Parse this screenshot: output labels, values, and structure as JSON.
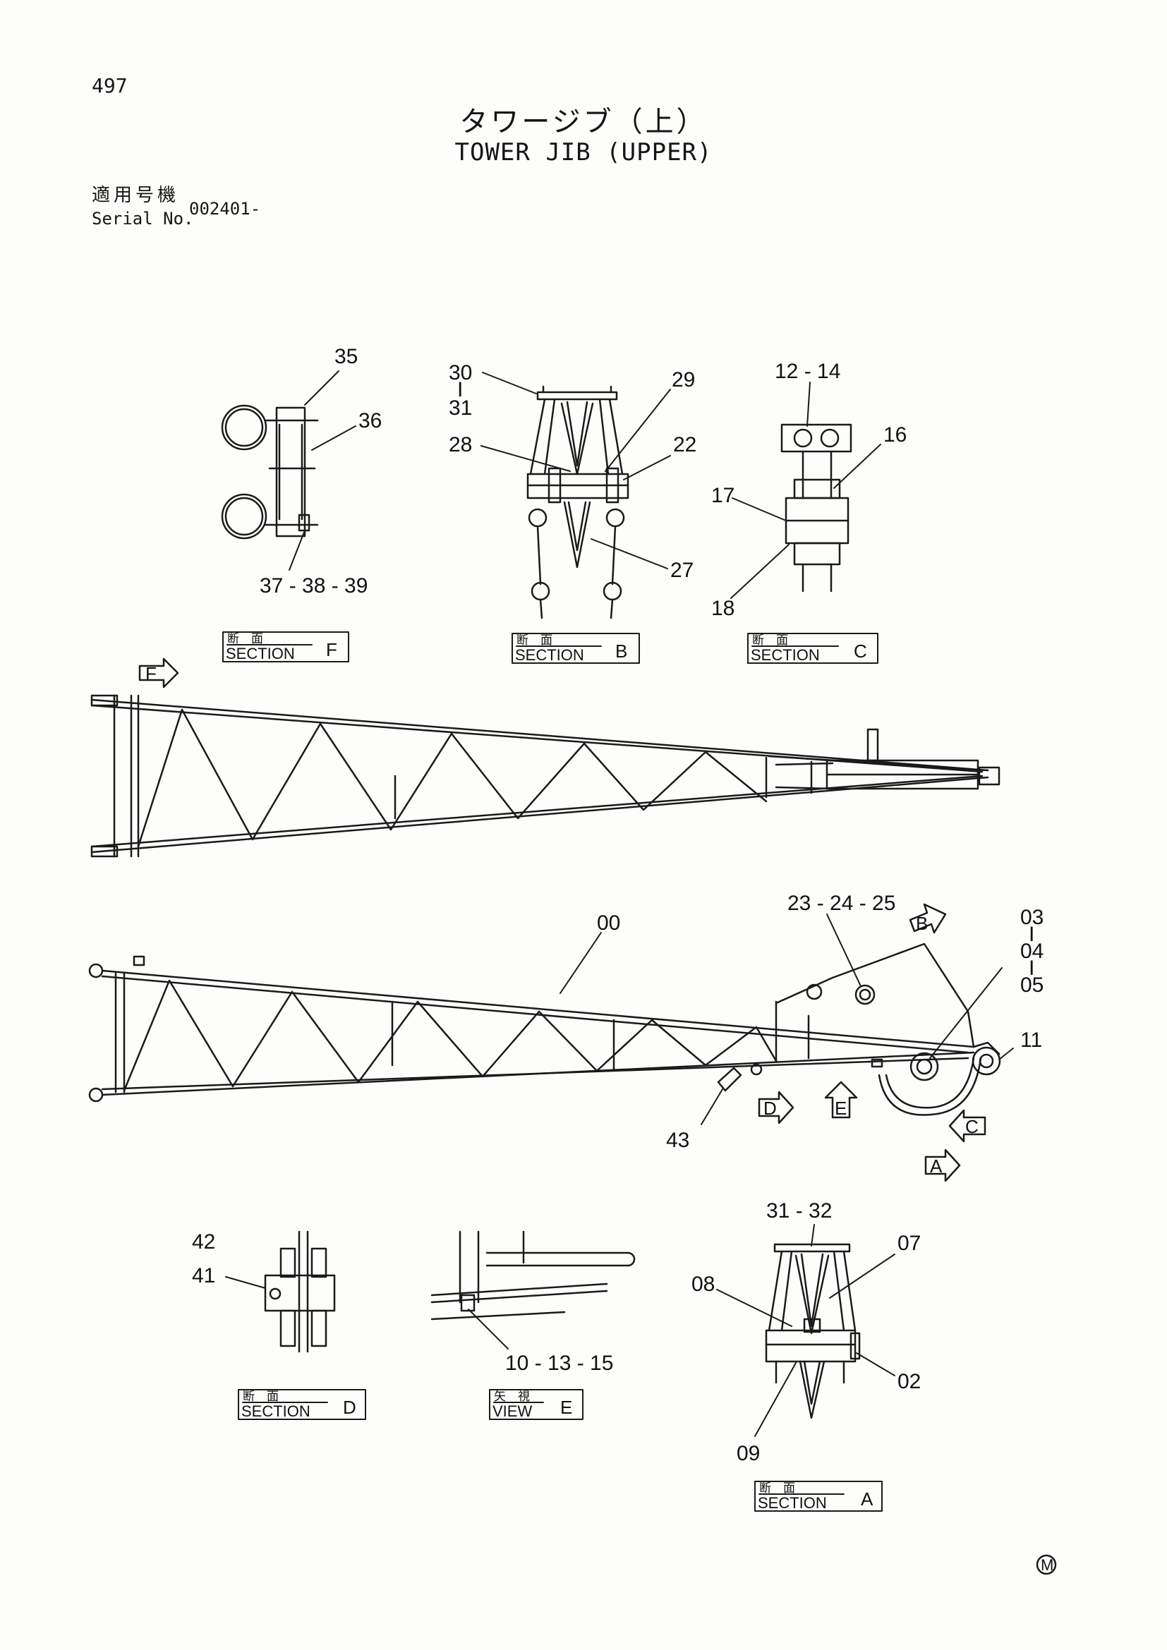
{
  "header": {
    "page_number": "497",
    "title_jp": "タワージブ（上）",
    "title_en": "TOWER JIB (UPPER)",
    "serial_label_jp": "適用号機",
    "serial_label_en": "Serial No.",
    "serial_value": "002401-"
  },
  "captions": {
    "section_jp": "断　面",
    "section_en": "SECTION",
    "view_jp": "矢　視",
    "view_en": "VIEW",
    "f": "F",
    "b": "B",
    "c": "C",
    "d": "D",
    "e": "E",
    "a": "A"
  },
  "parts": {
    "p35": "35",
    "p36": "36",
    "p37_39": "37 - 38 - 39",
    "p30": "30",
    "p30_sep": "I",
    "p31": "31",
    "p29": "29",
    "p28": "28",
    "p22": "22",
    "p27": "27",
    "p12_14": "12 - 14",
    "p16": "16",
    "p17": "17",
    "p18": "18",
    "p00": "00",
    "p23_25": "23 - 24 - 25",
    "p03": "03",
    "p03_sep": "I",
    "p04": "04",
    "p04_sep": "I",
    "p05": "05",
    "p11": "11",
    "p43": "43",
    "p42": "42",
    "p41": "41",
    "p10_15": "10 - 13 - 15",
    "p31_32": "31 - 32",
    "p07": "07",
    "p08": "08",
    "p02": "02",
    "p09": "09"
  },
  "view_arrows": {
    "f": "F",
    "b": "B",
    "d": "D",
    "e": "E",
    "c": "C",
    "a": "A"
  },
  "footer_mark": "M"
}
